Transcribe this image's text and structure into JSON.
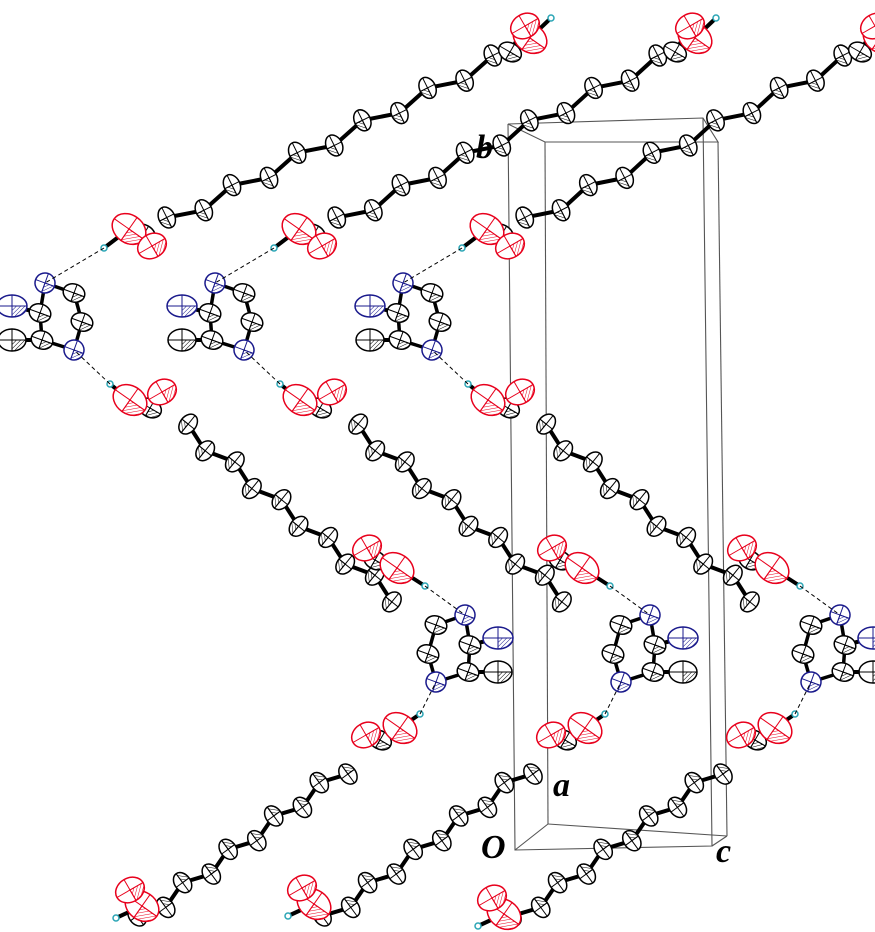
{
  "figure": {
    "type": "crystal-packing-diagram",
    "axis_labels": {
      "origin": "O",
      "a": "a",
      "b": "b",
      "c": "c"
    },
    "atom_colors": {
      "carbon": "#000000",
      "oxygen": "#e8001c",
      "nitrogen": "#1a1a8c",
      "hydrogen": "#2aa5b5"
    }
  }
}
